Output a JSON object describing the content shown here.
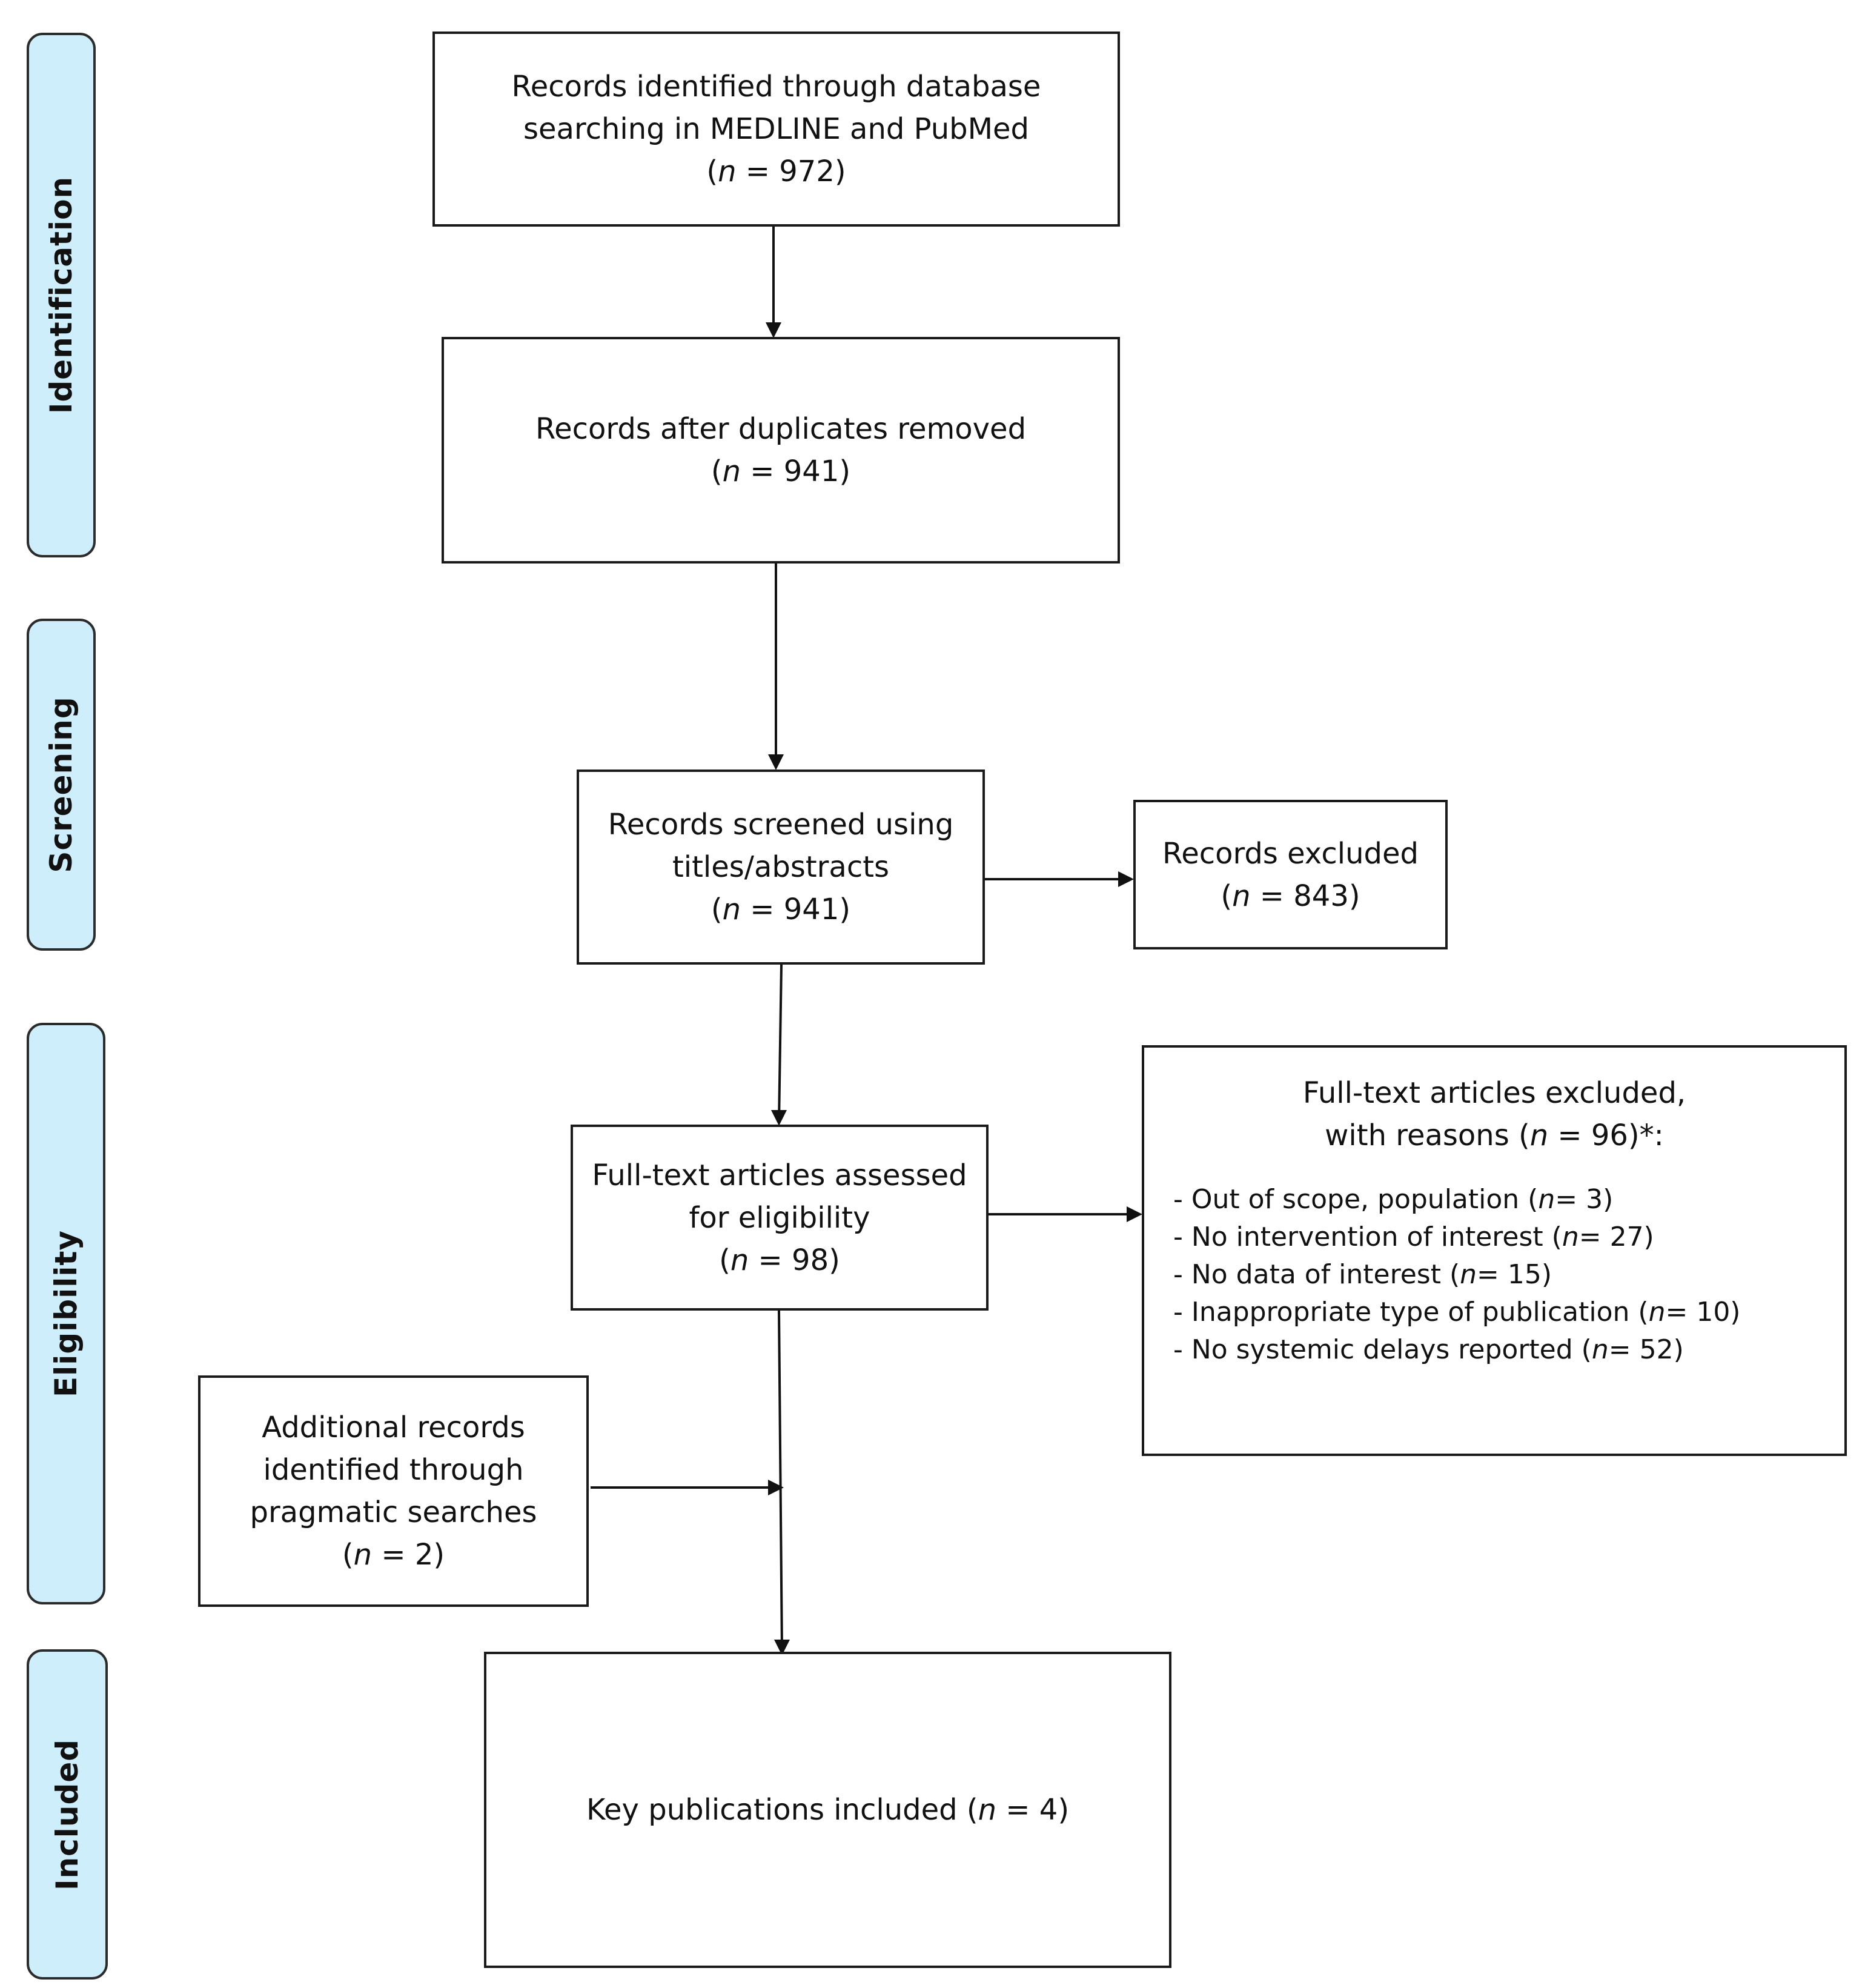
{
  "phases": {
    "identification": "Identification",
    "screening": "Screening",
    "eligibility": "Eligibility",
    "included": "Included"
  },
  "boxes": {
    "identified": {
      "line1": "Records identified through database",
      "line2": "searching in MEDLINE and PubMed",
      "count_prefix": "(",
      "n_symbol": "n",
      "count_suffix": " = 972)"
    },
    "duplicates_removed": {
      "line1": "Records after duplicates removed",
      "count_prefix": "(",
      "n_symbol": "n",
      "count_suffix": " = 941)"
    },
    "screened": {
      "line1": "Records screened using",
      "line2": "titles/abstracts",
      "count_prefix": "(",
      "n_symbol": "n",
      "count_suffix": " = 941)"
    },
    "excluded": {
      "line1": "Records excluded",
      "count_prefix": "(",
      "n_symbol": "n",
      "count_suffix": " = 843)"
    },
    "fulltext_assessed": {
      "line1": "Full-text articles assessed",
      "line2": "for eligibility",
      "count_prefix": "(",
      "n_symbol": "n",
      "count_suffix": " = 98)"
    },
    "fulltext_excluded": {
      "line1": "Full-text articles excluded,",
      "line2_prefix": "with reasons (",
      "n_symbol": "n",
      "line2_suffix": " = 96)*:",
      "reasons": [
        {
          "prefix": "- Out of scope, population (",
          "n": "n",
          "suffix": "= 3)"
        },
        {
          "prefix": "- No intervention of interest (",
          "n": "n",
          "suffix": "= 27)"
        },
        {
          "prefix": "- No data of interest (",
          "n": "n",
          "suffix": "= 15)"
        },
        {
          "prefix": "- Inappropriate type of publication (",
          "n": "n",
          "suffix": "= 10)"
        },
        {
          "prefix": "- No systemic delays reported (",
          "n": "n",
          "suffix": "= 52)"
        }
      ]
    },
    "additional": {
      "line1": "Additional records",
      "line2": "identified through",
      "line3": "pragmatic searches",
      "count_prefix": "(",
      "n_symbol": "n",
      "count_suffix": " = 2)"
    },
    "included": {
      "line_prefix": "Key publications included (",
      "n_symbol": "n",
      "line_suffix": " = 4)"
    }
  },
  "colors": {
    "phase_fill": "#cfeefc",
    "border": "#1a1a1a"
  }
}
